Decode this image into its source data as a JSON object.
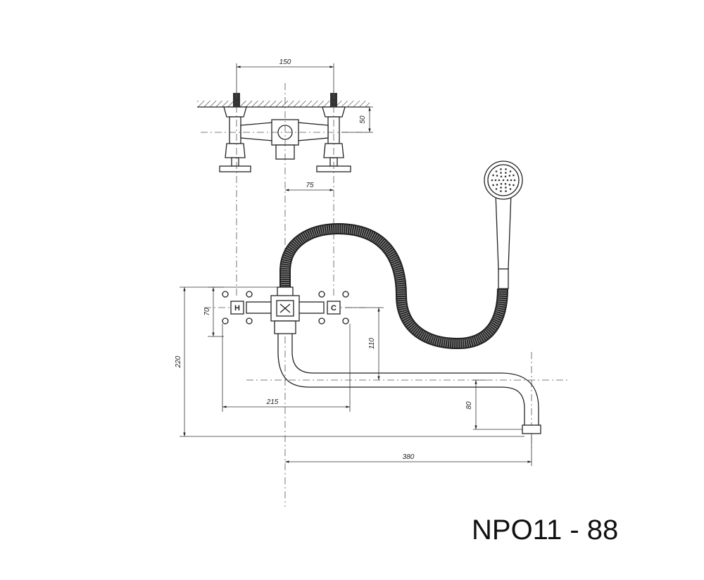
{
  "model_label": "NPO11 - 88",
  "dimensions": {
    "top_width": "150",
    "wall_depth": "50",
    "half_spacing": "75",
    "handle_height": "70",
    "total_height": "220",
    "spout_drop": "110",
    "body_width": "215",
    "spout_end": "80",
    "spout_reach": "380"
  },
  "handle_letters": {
    "hot": "H",
    "cold": "C"
  }
}
